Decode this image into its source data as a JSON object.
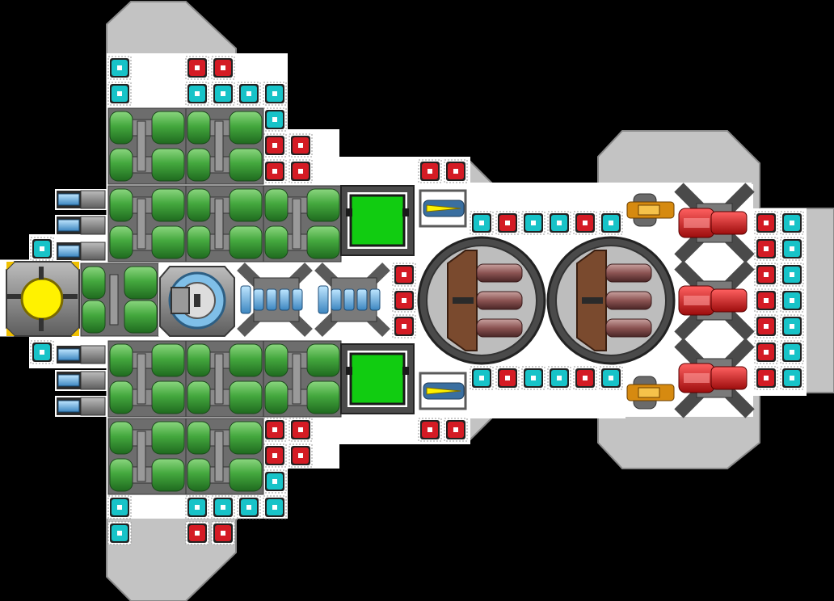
{
  "colors": {
    "background": "#000000",
    "hull": "#c3c3c3",
    "hull_edge": "#8a8a8a",
    "deck": "#ffffff",
    "cyan_block": "#17c3c8",
    "red_block": "#d41b24",
    "armor_green": "#3f9a3c",
    "reactor_yellow": "#fff200",
    "storage_green": "#11cc11",
    "turret_brown": "#7a4a2e",
    "warp_blue": "#6bb4e0"
  },
  "ship": {
    "modules": [
      {
        "name": "reactor-core",
        "icon": "yellow-core-icon"
      },
      {
        "name": "thruster",
        "icon": "blue-thruster-icon"
      },
      {
        "name": "armor-segment",
        "icon": "green-armor-icon"
      },
      {
        "name": "cargo-hold",
        "icon": "green-square-icon"
      },
      {
        "name": "shield-generator",
        "icon": "shield-dish-icon"
      },
      {
        "name": "warp-drive",
        "icon": "blue-coil-icon"
      },
      {
        "name": "missile-bay",
        "icon": "yellow-missile-icon"
      },
      {
        "name": "triple-cannon-turret",
        "icon": "brown-turret-icon"
      },
      {
        "name": "point-defense-gun",
        "icon": "orange-gun-icon"
      },
      {
        "name": "laser-cannon",
        "icon": "red-laser-icon"
      },
      {
        "name": "crew-block-cyan",
        "icon": "cyan-block-icon"
      },
      {
        "name": "power-block-red",
        "icon": "red-block-icon"
      }
    ]
  }
}
